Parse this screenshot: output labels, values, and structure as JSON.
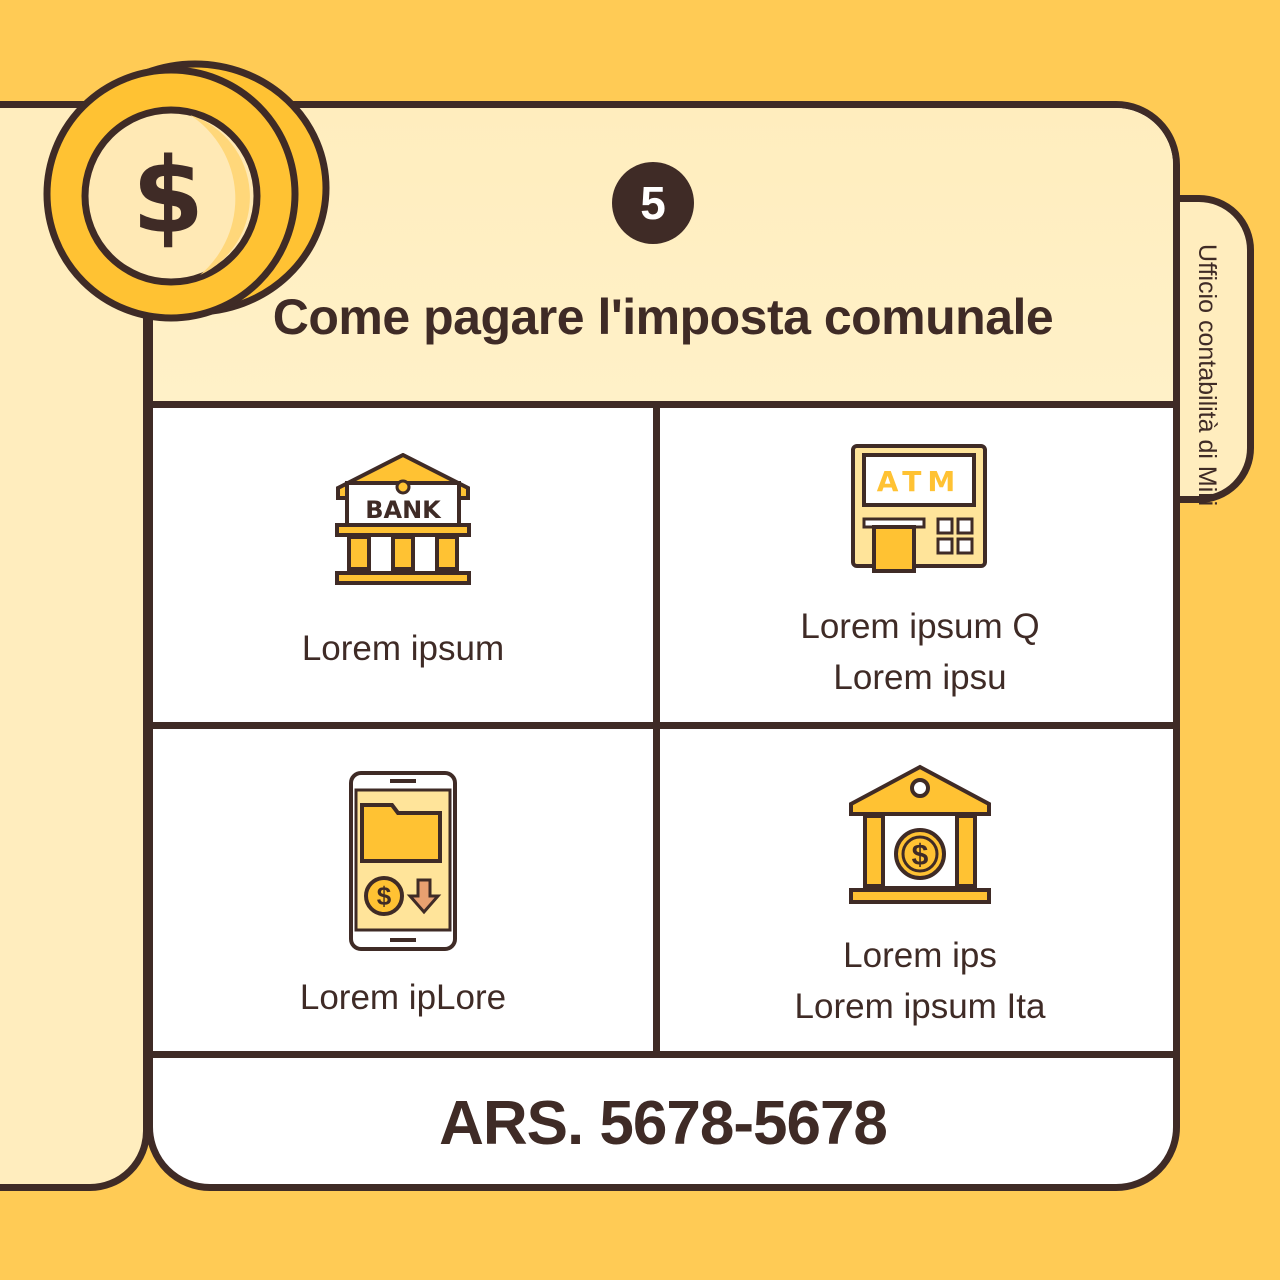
{
  "side_tab": {
    "label": "Ufficio contabilità di Miri"
  },
  "header": {
    "step_number": "5",
    "title": "Come pagare l'imposta comunale"
  },
  "methods": [
    {
      "icon": "bank-icon",
      "icon_text": "BANK",
      "lines": [
        "Lorem ipsum"
      ]
    },
    {
      "icon": "atm-icon",
      "icon_text": "ATM",
      "lines": [
        "Lorem ipsum Q",
        "Lorem ipsu"
      ]
    },
    {
      "icon": "mobile-payment-icon",
      "lines": [
        "Lorem ipLore"
      ]
    },
    {
      "icon": "treasury-building-icon",
      "lines": [
        "Lorem ips",
        "Lorem ipsum Ita"
      ]
    }
  ],
  "footer": {
    "phone": "ARS. 5678-5678"
  },
  "colors": {
    "background": "#FFCB55",
    "accent": "#FFC233",
    "dark": "#3f2b26",
    "cream": "#FFEDBE"
  }
}
